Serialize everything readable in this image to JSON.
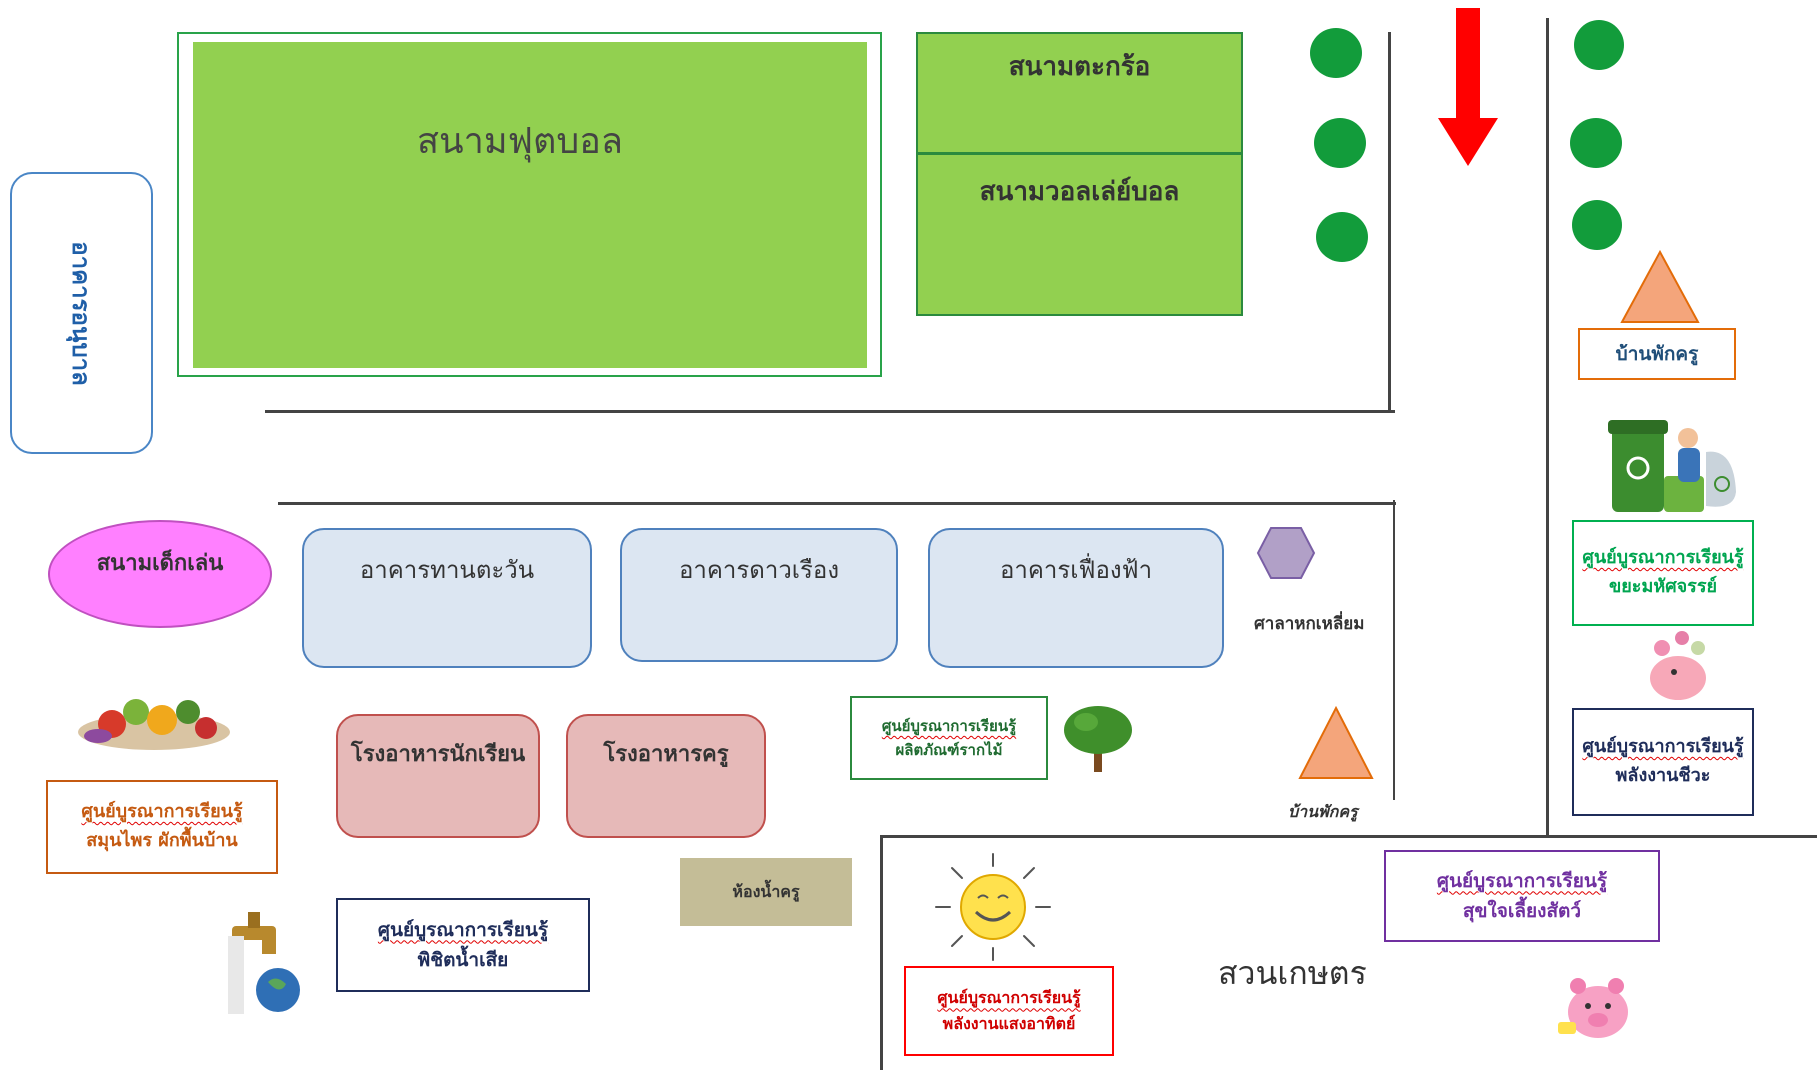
{
  "fields": {
    "football": "สนามฟุตบอล",
    "takraw": "สนามตะกร้อ",
    "volleyball": "สนามวอลเล่ย์บอล"
  },
  "left_building": "อาคารอนุบาล",
  "playground": "สนามเด็กเล่น",
  "buildings": {
    "b1": "อาคารทานตะวัน",
    "b2": "อาคารดาวเรือง",
    "b3": "อาคารเฟื่องฟ้า"
  },
  "canteens": {
    "students": "โรงอาหารนักเรียน",
    "teachers": "โรงอาหารครู"
  },
  "restroom": "ห้องน้ำครู",
  "hexagon_pavilion": "ศาลาหกเหลี่ยม",
  "teacher_house_1": "บ้านพักครู",
  "teacher_house_2": "บ้านพักครู",
  "garden": "สวนเกษตร",
  "learning_centers": {
    "herbs": {
      "line1": "ศูนย์บูรณาการเรียนรู้",
      "line2": "สมุนไพร ผักพื้นบ้าน"
    },
    "wastewater": {
      "line1": "ศูนย์บูรณาการเรียนรู้",
      "line2": "พิชิตน้ำเสีย"
    },
    "plant_products": {
      "line1": "ศูนย์บูรณาการเรียนรู้",
      "line2": "ผลิตภัณฑ์รากไม้"
    },
    "waste": {
      "line1": "ศูนย์บูรณาการเรียนรู้",
      "line2": "ขยะมหัศจรรย์"
    },
    "biogas": {
      "line1": "ศูนย์บูรณาการเรียนรู้",
      "line2": "พลังงานชีวะ"
    },
    "animals": {
      "line1": "ศูนย์บูรณาการเรียนรู้",
      "line2": "สุขใจเลี้ยงสัตว์"
    },
    "solar": {
      "line1": "ศูนย์บูรณาการเรียนรู้",
      "line2": "พลังงานแสงอาทิตย์"
    }
  },
  "colors": {
    "field_green": "#92d050",
    "building_fill": "#dce6f2",
    "canteen_fill": "#e6b9b8",
    "arrow_red": "#ff0000",
    "tree_green": "#129c3b",
    "orange": "#f4a57b"
  },
  "icons": [
    "tree-icon",
    "arrow-down-icon",
    "triangle-icon",
    "hexagon-icon",
    "vegetables-icon",
    "faucet-icon",
    "recycle-bin-icon",
    "sun-icon",
    "pig-icon",
    "piggy-bank-icon"
  ]
}
